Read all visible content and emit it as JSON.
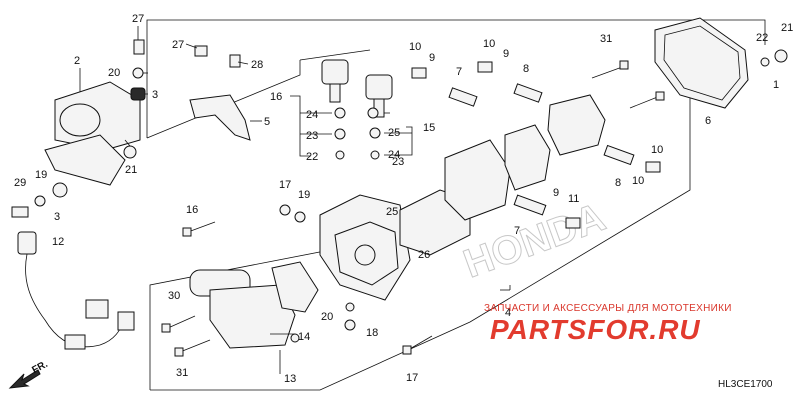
{
  "diagram": {
    "callouts": [
      "1",
      "2",
      "3",
      "3",
      "4",
      "5",
      "6",
      "7",
      "7",
      "8",
      "8",
      "9",
      "9",
      "9",
      "10",
      "10",
      "10",
      "10",
      "11",
      "12",
      "13",
      "14",
      "15",
      "16",
      "16",
      "17",
      "17",
      "18",
      "19",
      "19",
      "20",
      "20",
      "21",
      "21",
      "22",
      "22",
      "23",
      "23",
      "24",
      "24",
      "25",
      "25",
      "26",
      "27",
      "27",
      "28",
      "29",
      "30",
      "31",
      "31"
    ],
    "diagram_code": "HL3CE1700",
    "front_marker": "FR.",
    "watermark": {
      "tagline": "ЗАПЧАСТИ И АКСЕССУАРЫ ДЛЯ МОТОТЕХНИКИ",
      "brand": "PARTSFOR.RU"
    },
    "background_logo": "HONDA"
  }
}
